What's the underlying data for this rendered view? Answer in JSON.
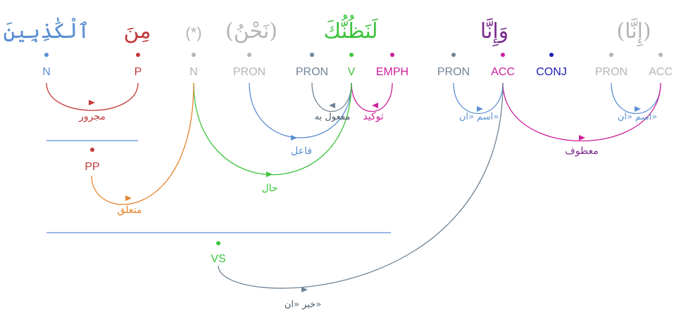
{
  "colors": {
    "gray": "#b4b4b4",
    "slate": "#6f8496",
    "blue": "#5b8fd3",
    "red": "#c23a3a",
    "green": "#3cc43c",
    "magenta": "#cc1f9a",
    "navy": "#1a1ab4",
    "purple": "#7a2d8e",
    "orange": "#e5842f",
    "vsdark": "#2f6f2f",
    "darkslate": "#4a5868"
  },
  "words": [
    {
      "id": "w1",
      "text": "(إِنَّا)",
      "color": "gray"
    },
    {
      "id": "w2",
      "text": "وَإِنَّا",
      "color": "purple"
    },
    {
      "id": "w3",
      "text": "لَنَظُنُّكَ",
      "color": "green"
    },
    {
      "id": "w4",
      "text": "(نَحْنُ)",
      "color": "gray"
    },
    {
      "id": "w5",
      "text": "(*)",
      "color": "gray"
    },
    {
      "id": "w6",
      "text": "مِنَ",
      "color": "red"
    },
    {
      "id": "w7",
      "text": "ٱلْكَٰذِبِينَ",
      "color": "blue"
    }
  ],
  "tags": [
    {
      "id": "t_acc1",
      "text": "ACC",
      "color": "gray"
    },
    {
      "id": "t_pron1",
      "text": "PRON",
      "color": "gray"
    },
    {
      "id": "t_conj",
      "text": "CONJ",
      "color": "navy"
    },
    {
      "id": "t_acc2",
      "text": "ACC",
      "color": "magenta"
    },
    {
      "id": "t_pron2",
      "text": "PRON",
      "color": "slate"
    },
    {
      "id": "t_emph",
      "text": "EMPH",
      "color": "magenta"
    },
    {
      "id": "t_v",
      "text": "V",
      "color": "green"
    },
    {
      "id": "t_pron3",
      "text": "PRON",
      "color": "slate"
    },
    {
      "id": "t_pron4",
      "text": "PRON",
      "color": "gray"
    },
    {
      "id": "t_n1",
      "text": "N",
      "color": "gray"
    },
    {
      "id": "t_p",
      "text": "P",
      "color": "red"
    },
    {
      "id": "t_n2",
      "text": "N",
      "color": "blue"
    }
  ],
  "phrases": [
    {
      "id": "pp",
      "text": "PP",
      "color": "red"
    },
    {
      "id": "vs",
      "text": "VS",
      "color": "green"
    }
  ],
  "relations": [
    {
      "id": "r_ism1",
      "text": "اسم «ان»",
      "color": "blue"
    },
    {
      "id": "r_ism2",
      "text": "اسم «ان»",
      "color": "blue"
    },
    {
      "id": "r_maatuf",
      "text": "معطوف",
      "color": "purple"
    },
    {
      "id": "r_tawkid",
      "text": "توكيد",
      "color": "magenta"
    },
    {
      "id": "r_mafool",
      "text": "مفعول به",
      "color": "darkslate"
    },
    {
      "id": "r_fail",
      "text": "فاعل",
      "color": "blue"
    },
    {
      "id": "r_hal",
      "text": "حال",
      "color": "green"
    },
    {
      "id": "r_majrur",
      "text": "مجرور",
      "color": "red"
    },
    {
      "id": "r_mutaallaq",
      "text": "متعلق",
      "color": "orange"
    },
    {
      "id": "r_khabar",
      "text": "خبر «ان»",
      "color": "darkslate"
    }
  ]
}
